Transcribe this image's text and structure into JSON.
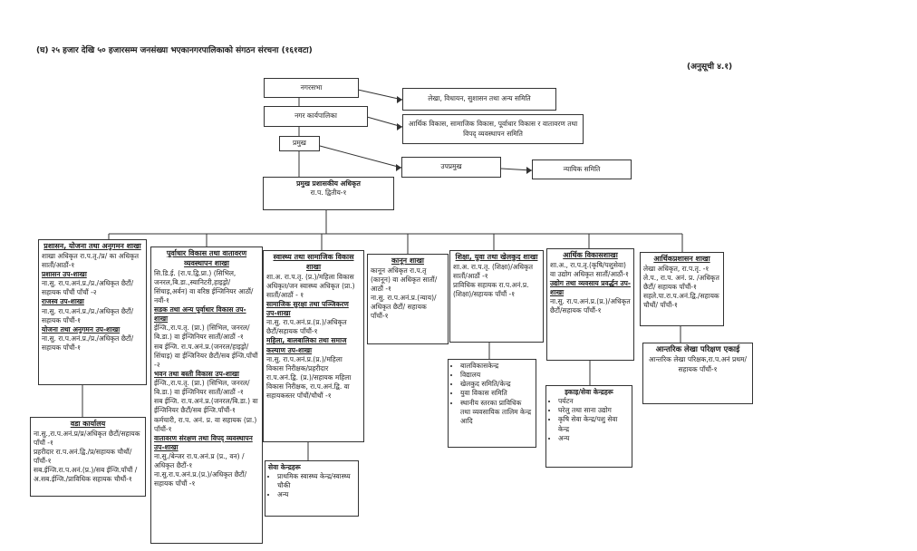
{
  "title": "(घ) २५ हजार देखि ५० हजारसम्म जनसंख्या भएकानगरपालिकाको संगठन संरचना (१६१वटा)",
  "annex": "(अनुसूची ४.१)",
  "top": {
    "nagarsabha": "नगरसभा",
    "karyapalika": "नगर कार्यपालिका",
    "pramukh": "प्रमुख",
    "lekha_samiti": "लेखा, विधायन, सुशासन तथा अन्य समिति",
    "arthik_samiti": "आर्थिक विकास, सामाजिक विकास, पूर्वाधार विकास र वातावरण तथा विपद् व्यवस्थापन समिति",
    "upapramukh": "उपप्रमुख",
    "nyayik": "न्यायिक समिति",
    "cao_title": "प्रमुख प्रशासकीय अधिकृत",
    "cao_sub": "रा.प. द्वितीय-१"
  },
  "sections": {
    "planning": {
      "head": "प्रशासन, योजना तथा अनुगमन शाखा",
      "lines": [
        "शाखा अधिकृत रा.प.तृ./प्र/ का अधिकृत सातौं/आठौं-१"
      ],
      "sub1": "प्रशासन उप-शाखा",
      "sub1_lines": [
        "ना.सु. रा.प.अनं.प्र./प्र./अधिकृत छैटौं/सहायक पाँचौं पाँचौं -२"
      ],
      "sub2": "राजस्व उप-शाखा",
      "sub2_lines": [
        "ना.सु. रा.प.अनं.प्र./प्र./अधिकृत छैटौं/सहायक पाँचौं-१"
      ],
      "sub3": "योजना तथा अनुगमन उप-शाखा",
      "sub3_lines": [
        "ना.सु. रा.प.अनं.प्र./प्र./अधिकृत छैटौं/सहायक पाँचौं-१"
      ]
    },
    "ward": {
      "head": "वडा कार्यालय",
      "lines": [
        "ना.सु.,रा.प.अनं.प्र/प्र/अधिकृत छैटौं/सहायक पाँचौं -१",
        "प्रहरीदार रा.प.अनं.द्वि./प्र/सहायक चौथौं/पाँचौं-१",
        "सब.ईन्जि.रा.प.अनं.(प्र.)/सब ईन्जि.पाँचौं / अ.सब.ईन्जि./प्राविधिक सहायक चौथौं-१"
      ]
    },
    "infra": {
      "head": "पूर्वाधार विकास तथा वातावरण व्यवस्थापन शाखा",
      "lines": [
        "सि.डि.ई. (रा.प.द्वि.प्रा.) (सिभिल, जनरल,बि.डा.,स्यानिटरी,हाइड्रो/सिंचाइ,अर्वन) वा वरिष्ठ ईन्जिनियर आठौं/नवौं-१"
      ],
      "sub1": "सडक तथा अन्य पूर्वाधार विकास उप-शाखा",
      "sub1_lines": [
        "ईन्जि.,रा.प.तृ. (प्रा.) (सिभिल, जनरल/बि.डा.) वा ईन्जिनियर सातौं/आठौं -१",
        "सब ईन्जि. रा.प.अनं.प्र.(जनरल/हाइड्रो/सिंचाइ) वा ईन्जिनियर छैटौं/सब ईन्जि.पाँचौं -२"
      ],
      "sub2": "भवन तथा बस्ती विकास उप-शाखा",
      "sub2_lines": [
        "ईन्जि.,रा.प.तृ. (प्रा.) (सिभिल, जनरल/बि.डा.) वा ईन्जिनियर सातौं/आठौं -१",
        "सब ईन्जि. रा.प.अनं.प्र.(जनरल/बि.डा.) वा ईन्जिनियर छैटौं/सब ईन्जि.पाँचौं-१",
        "कर्मचारी, रा.प. अनं. प्र. वा सहायक (प्रा.) पाँचौं-१"
      ],
      "sub3": "वातावरण संरक्षण तथा विपद् व्यवस्थापन उप-शाखा",
      "sub3_lines": [
        "ना.सु./बेन्जर रा.प.अनं.प्र (प्र., वन) /अधिकृत छैटौं-१",
        "ना.सु.रा.प.अनं.प्र.(प्र.)/अधिकृत छैटौं/सहायक पाँचौं -१"
      ]
    },
    "health": {
      "head": "स्वास्थ्य तथा सामाजिक विकास शाखा",
      "lines": [
        "शा.अ. रा.प.तृ. (प्र.)/महिला विकास अधिकृत/जन स्वास्थ्य अधिकृत (प्रा.) सातौं/आठौं - १"
      ],
      "sub1": "सामाजिक सुरक्षा तथा पञ्जिकरण उप-शाखा",
      "sub1_lines": [
        "ना.सु. रा.प.अनं.प्र.(प्र.)/अधिकृत छैटौं/सहायक पाँचौं-१"
      ],
      "sub2": "महिला, बालबालिका तथा समाज कल्याण उप-शाखा",
      "sub2_lines": [
        "ना.सु. रा.प.अनं.प्र.(प्र.)/महिला विकास निरीक्षक/प्रहरीदार रा.प.अनं.द्वि. (प्र.)/सहायक महिला विकास निरीक्षक, रा.प.अनं.द्वि. वा सहायकस्तर पाँचौं/चौथौं -१"
      ]
    },
    "health_centers": {
      "head": "सेवा केन्द्रहरू",
      "items": [
        "प्राथमिक स्वास्थ्य केन्द्र/स्वास्थ्य चौकी",
        "अन्य"
      ]
    },
    "law": {
      "head": "कानून शाखा",
      "lines": [
        "कानून अधिकृत रा.प.तृ (कानून) वा अधिकृत सातौं/आठौं -१",
        "ना.सु. रा.प.अनं.प्र.(न्याय)/ अधिकृत छैटौं/ सहायक पाँचौं-१"
      ]
    },
    "education": {
      "head": "शिक्षा, युवा तथा खेलकुद शाखा",
      "lines": [
        "शा.अ. रा.प.तृ. (शिक्षा)/अधिकृत सातौं/आठौं -१",
        "प्राविधिक सहायक रा.प.अनं.प्र.(शिक्षा)/सहायक पाँचौं -१"
      ]
    },
    "edu_centers": {
      "items": [
        "बालविकासकेन्द्र",
        "विद्यालय",
        "खेलकुद समिति/केन्द्र",
        "युवा विकास समिति",
        "स्थानीय स्तरका प्राविधिक तथा व्यवसायिक तालिम केन्द्र आदि"
      ]
    },
    "economic": {
      "head": "आर्थिक विकासशाखा",
      "lines": [
        "शा.अ., रा.प.तृ.(कृषि/पशुसेवा) वा उद्योग अधिकृत सातौं/आठौं-१"
      ],
      "sub1": "उद्योग तथा व्यवसाय प्रवर्द्धन उप-शाखा",
      "sub1_lines": [
        "ना.सु. रा.प.अनं.प्र.(प्र.)/अधिकृत छैटौं/सहायक पाँचौं-१"
      ]
    },
    "econ_centers": {
      "head": "इकाइ/सेवा केन्द्रहरू",
      "items": [
        "पर्यटन",
        "घरेलु तथा साना उद्योग",
        "कृषि सेवा केन्द्र/पशु सेवा केन्द्र",
        "अन्य"
      ]
    },
    "finance": {
      "head": "आर्थिकप्रशासन शाखा",
      "lines": [
        "लेखा अधिकृत, रा.प.तृ. -१",
        "ले.प., रा.प. अनं. प्र. /अधिकृत छैटौं/ सहायक पाँचौं-१",
        "सहले.पा.रा.प.अनं.द्वि./सहायक चौथौं/ पाँचौं-१"
      ]
    },
    "audit": {
      "head": "आन्तरिक लेखा परिक्षण एकाई",
      "lines": [
        "आन्तरिक लेखा परिक्षक,रा.प.अनं प्रथम/सहायक पाँचौं-१"
      ]
    }
  }
}
